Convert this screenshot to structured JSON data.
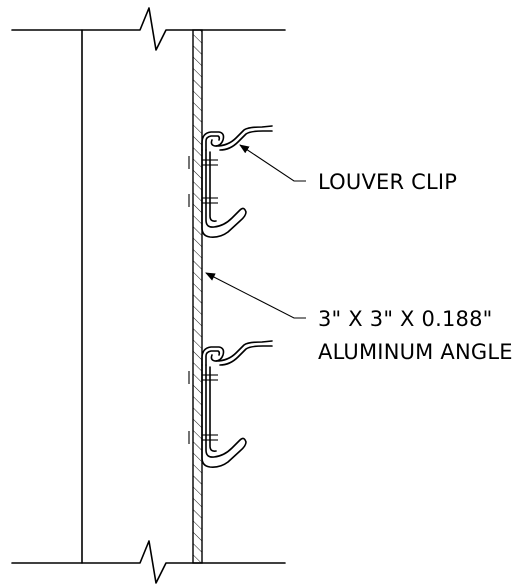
{
  "callouts": [
    {
      "lines": [
        "LOUVER CLIP"
      ]
    },
    {
      "lines": [
        "3\" X 3\" X 0.188\"",
        "ALUMINUM ANGLE"
      ]
    }
  ]
}
